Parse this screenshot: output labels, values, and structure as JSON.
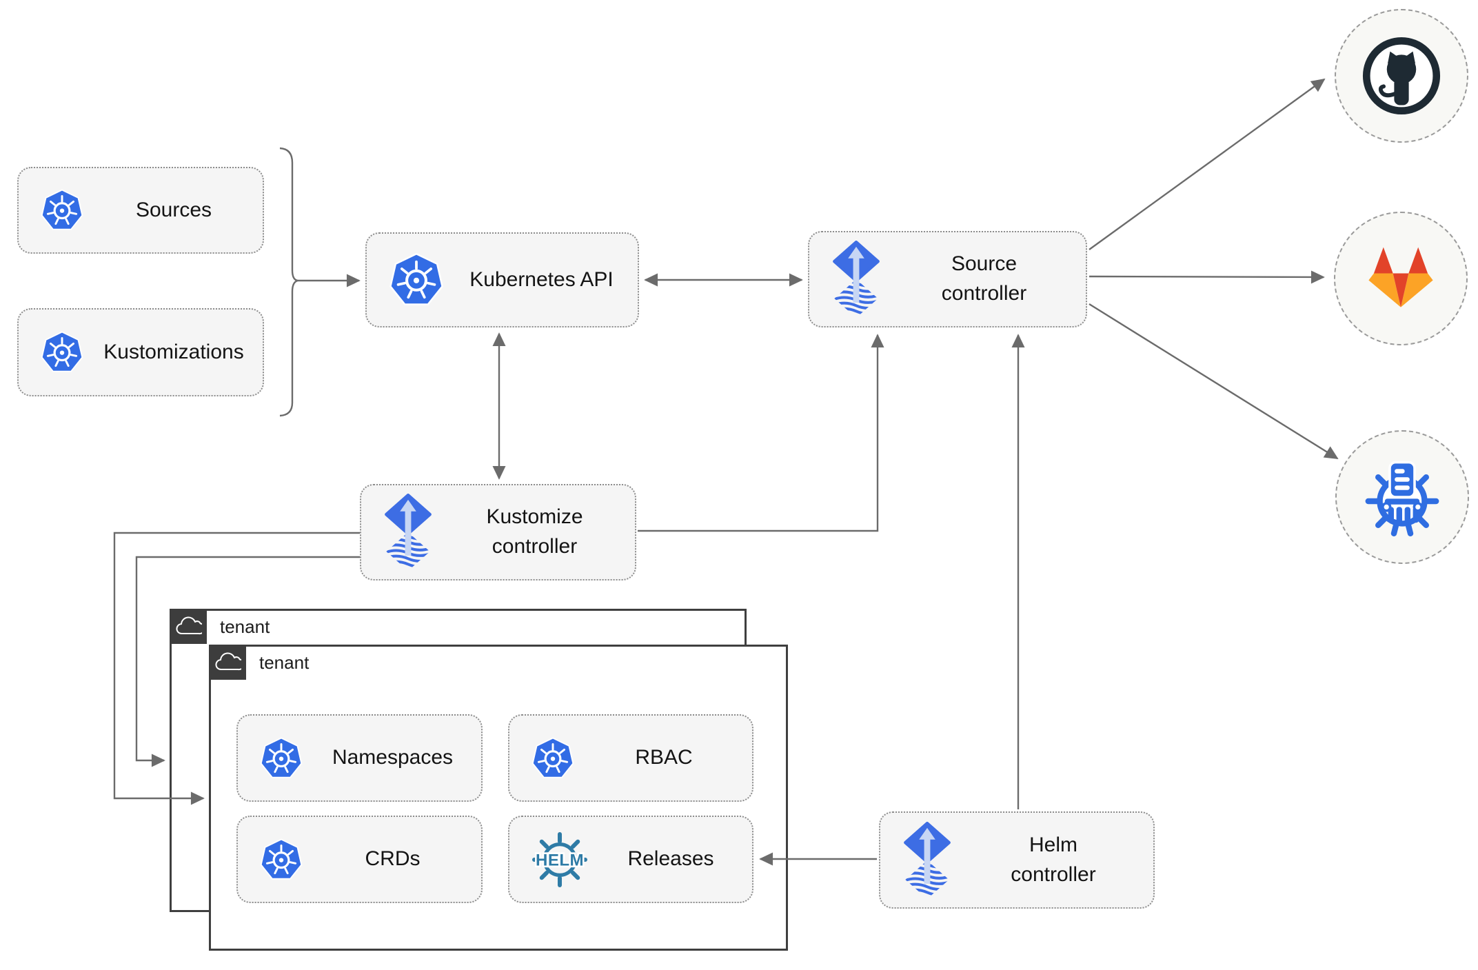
{
  "nodes": {
    "sources": {
      "label": "Sources"
    },
    "kustomizations": {
      "label": "Kustomizations"
    },
    "kubernetes_api": {
      "label": "Kubernetes API"
    },
    "source_controller": {
      "label": "Source controller"
    },
    "kustomize_controller": {
      "label": "Kustomize controller"
    },
    "helm_controller": {
      "label": "Helm controller"
    },
    "namespaces": {
      "label": "Namespaces"
    },
    "rbac": {
      "label": "RBAC"
    },
    "crds": {
      "label": "CRDs"
    },
    "releases": {
      "label": "Releases"
    },
    "releases_icon_text": {
      "label": "HELM"
    }
  },
  "groups": {
    "outer_tenant": {
      "label": "tenant"
    },
    "inner_tenant": {
      "label": "tenant"
    }
  },
  "endpoints": {
    "github": {
      "icon": "github-octocat-icon"
    },
    "gitlab": {
      "icon": "gitlab-fox-icon"
    },
    "helm_repository": {
      "icon": "chartmuseum-registry-icon"
    }
  },
  "colors": {
    "kubernetes_blue": "#326CE5",
    "flux_blue": "#3D6DE4",
    "flux_arrow_light": "#C7D6F4",
    "helm_teal": "#2E7BA6",
    "github_dark": "#1E2A33",
    "gitlab_orange_dark": "#E24329",
    "gitlab_orange_light": "#FCA326",
    "registry_blue": "#2F6DE1",
    "connector_gray": "#6B6B6B",
    "tenant_border": "#3F3F3F",
    "node_fill": "#F5F5F5"
  }
}
